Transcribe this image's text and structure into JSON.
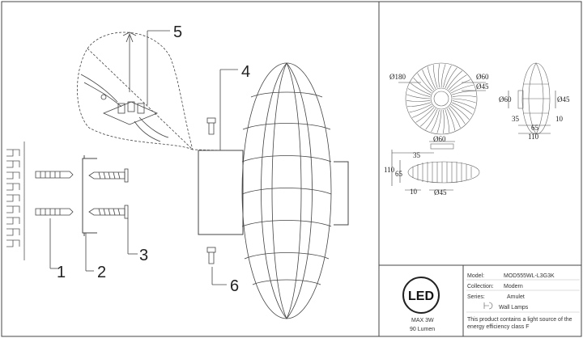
{
  "callouts": {
    "c1": "1",
    "c2": "2",
    "c3": "3",
    "c4": "4",
    "c5": "5",
    "c6": "6"
  },
  "dimensions": {
    "front_outer": "Ø180",
    "front_mid": "Ø60",
    "front_inner": "Ø45",
    "side_left": "Ø60",
    "side_right": "Ø45",
    "side_35": "35",
    "side_10": "10",
    "side_65": "65",
    "side_110": "110",
    "top_60": "Ø60",
    "top_35": "35",
    "top_110": "110",
    "top_65": "65",
    "top_10": "10",
    "top_45": "Ø45"
  },
  "info": {
    "led_logo": "LED",
    "power": "MAX 3W",
    "lumen": "90 Lumen",
    "model_label": "Model:",
    "model_value": "MOD555WL-L3G3K",
    "collection_label": "Collection:",
    "collection_value": "Modern",
    "series_label": "Series:",
    "series_value": "Amulet",
    "type_value": "Wall Lamps",
    "energy_line1": "This product contains a light source of the",
    "energy_line2": "energy efficiency class F"
  }
}
